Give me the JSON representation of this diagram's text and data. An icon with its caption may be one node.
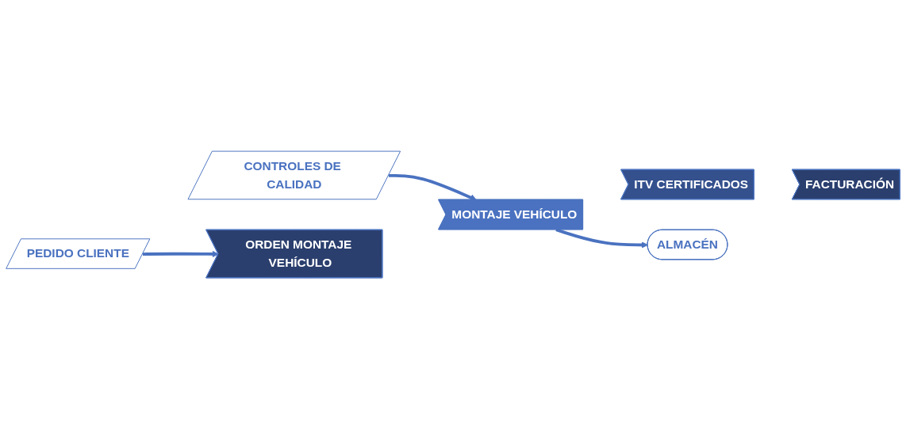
{
  "diagram": {
    "nodes": [
      {
        "text": [
          "ORDEN MONTAJE VEHÍCULO"
        ]
      },
      {
        "text": [
          "MONTAJE VEHÍCULO"
        ]
      },
      {
        "text": [
          "ITV CERTIFICADOS"
        ]
      },
      {
        "text": [
          "FACTURACIÓN"
        ]
      },
      {
        "text": [
          "ALMACÉN"
        ]
      },
      {
        "text": [
          "PEDIDO CLIENTE"
        ]
      },
      {
        "text": [
          "CONTROLES DE CALIDAD"
        ]
      }
    ],
    "edges": [
      {
        "from": 1,
        "to": 4,
        "arrow": "to"
      },
      {
        "from": 5,
        "to": 0,
        "arrow": "to"
      },
      {
        "from": 6,
        "to": 1,
        "arrow": "to"
      }
    ]
  }
}
